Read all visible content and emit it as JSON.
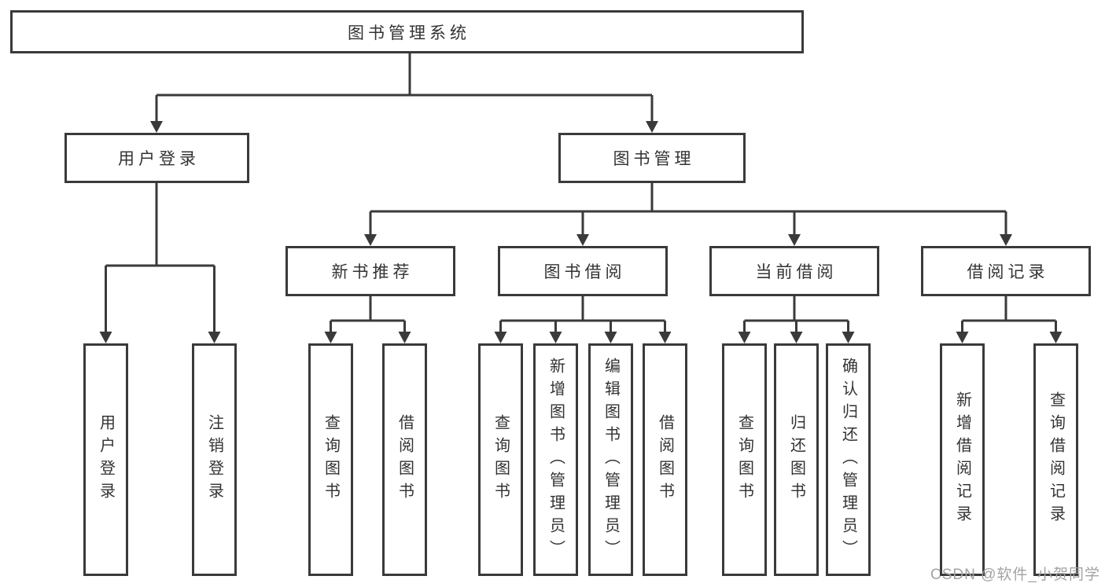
{
  "diagram": {
    "title_node": {
      "label": "图书管理系统"
    },
    "level2": [
      {
        "label": "用户登录"
      },
      {
        "label": "图书管理"
      }
    ],
    "level3": [
      {
        "label": "新书推荐"
      },
      {
        "label": "图书借阅"
      },
      {
        "label": "当前借阅"
      },
      {
        "label": "借阅记录"
      }
    ],
    "leaves": {
      "user": [
        {
          "label": "用户登录"
        },
        {
          "label": "注销登录"
        }
      ],
      "recommend": [
        {
          "label": "查询图书"
        },
        {
          "label": "借阅图书"
        }
      ],
      "borrow": [
        {
          "label": "查询图书"
        },
        {
          "label": "新增图书（管理员）"
        },
        {
          "label": "编辑图书（管理员）"
        },
        {
          "label": "借阅图书"
        }
      ],
      "current": [
        {
          "label": "查询图书"
        },
        {
          "label": "归还图书"
        },
        {
          "label": "确认归还（管理员）"
        }
      ],
      "records": [
        {
          "label": "新增借阅记录"
        },
        {
          "label": "查询借阅记录"
        }
      ]
    },
    "colors": {
      "line": "#3a3a3a",
      "text": "#333333",
      "background": "#ffffff"
    }
  },
  "watermark": {
    "text": "CSDN @软件_小贺同学",
    "color": "#a3a3a3"
  }
}
